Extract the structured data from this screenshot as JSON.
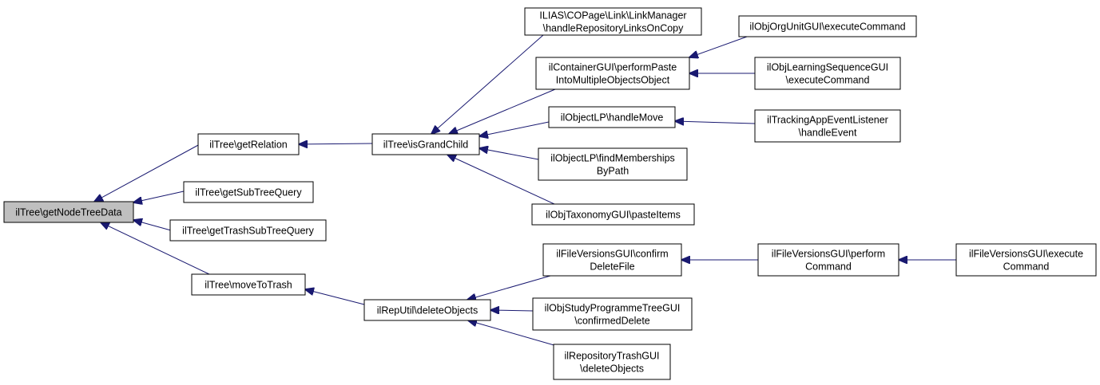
{
  "colors": {
    "node_border": "#000000",
    "node_fill": "#ffffff",
    "root_fill": "#bfbfbf",
    "edge": "#191970",
    "text": "#000000"
  },
  "nodes": [
    {
      "id": "root",
      "lines": [
        "ilTree\\getNodeTreeData"
      ],
      "highlight": true
    },
    {
      "id": "getRelation",
      "lines": [
        "ilTree\\getRelation"
      ]
    },
    {
      "id": "getSubTreeQuery",
      "lines": [
        "ilTree\\getSubTreeQuery"
      ]
    },
    {
      "id": "getTrashSubTreeQuery",
      "lines": [
        "ilTree\\getTrashSubTreeQuery"
      ]
    },
    {
      "id": "moveToTrash",
      "lines": [
        "ilTree\\moveToTrash"
      ]
    },
    {
      "id": "isGrandChild",
      "lines": [
        "ilTree\\isGrandChild"
      ]
    },
    {
      "id": "deleteObjects",
      "lines": [
        "ilRepUtil\\deleteObjects"
      ]
    },
    {
      "id": "linkManager",
      "lines": [
        "ILIAS\\COPage\\Link\\LinkManager",
        "\\handleRepositoryLinksOnCopy"
      ]
    },
    {
      "id": "performPaste",
      "lines": [
        "ilContainerGUI\\performPaste",
        "IntoMultipleObjectsObject"
      ]
    },
    {
      "id": "handleMove",
      "lines": [
        "ilObjectLP\\handleMove"
      ]
    },
    {
      "id": "findMemberships",
      "lines": [
        "ilObjectLP\\findMemberships",
        "ByPath"
      ]
    },
    {
      "id": "pasteItems",
      "lines": [
        "ilObjTaxonomyGUI\\pasteItems"
      ]
    },
    {
      "id": "confirmDeleteFile",
      "lines": [
        "ilFileVersionsGUI\\confirm",
        "DeleteFile"
      ]
    },
    {
      "id": "confirmedDelete",
      "lines": [
        "ilObjStudyProgrammeTreeGUI",
        "\\confirmedDelete"
      ]
    },
    {
      "id": "trashDelete",
      "lines": [
        "ilRepositoryTrashGUI",
        "\\deleteObjects"
      ]
    },
    {
      "id": "orgUnitExec",
      "lines": [
        "ilObjOrgUnitGUI\\executeCommand"
      ]
    },
    {
      "id": "lsExec",
      "lines": [
        "ilObjLearningSequenceGUI",
        "\\executeCommand"
      ]
    },
    {
      "id": "trackingHandle",
      "lines": [
        "ilTrackingAppEventListener",
        "\\handleEvent"
      ]
    },
    {
      "id": "performCommand",
      "lines": [
        "ilFileVersionsGUI\\perform",
        "Command"
      ]
    },
    {
      "id": "executeCommand",
      "lines": [
        "ilFileVersionsGUI\\execute",
        "Command"
      ]
    }
  ],
  "edges": [
    {
      "from": "getRelation",
      "to": "root"
    },
    {
      "from": "getSubTreeQuery",
      "to": "root"
    },
    {
      "from": "getTrashSubTreeQuery",
      "to": "root"
    },
    {
      "from": "moveToTrash",
      "to": "root"
    },
    {
      "from": "isGrandChild",
      "to": "getRelation"
    },
    {
      "from": "deleteObjects",
      "to": "moveToTrash"
    },
    {
      "from": "linkManager",
      "to": "isGrandChild"
    },
    {
      "from": "performPaste",
      "to": "isGrandChild"
    },
    {
      "from": "handleMove",
      "to": "isGrandChild"
    },
    {
      "from": "findMemberships",
      "to": "isGrandChild"
    },
    {
      "from": "pasteItems",
      "to": "isGrandChild"
    },
    {
      "from": "confirmDeleteFile",
      "to": "deleteObjects"
    },
    {
      "from": "confirmedDelete",
      "to": "deleteObjects"
    },
    {
      "from": "trashDelete",
      "to": "deleteObjects"
    },
    {
      "from": "orgUnitExec",
      "to": "performPaste"
    },
    {
      "from": "lsExec",
      "to": "performPaste"
    },
    {
      "from": "trackingHandle",
      "to": "handleMove"
    },
    {
      "from": "performCommand",
      "to": "confirmDeleteFile"
    },
    {
      "from": "executeCommand",
      "to": "performCommand"
    }
  ]
}
